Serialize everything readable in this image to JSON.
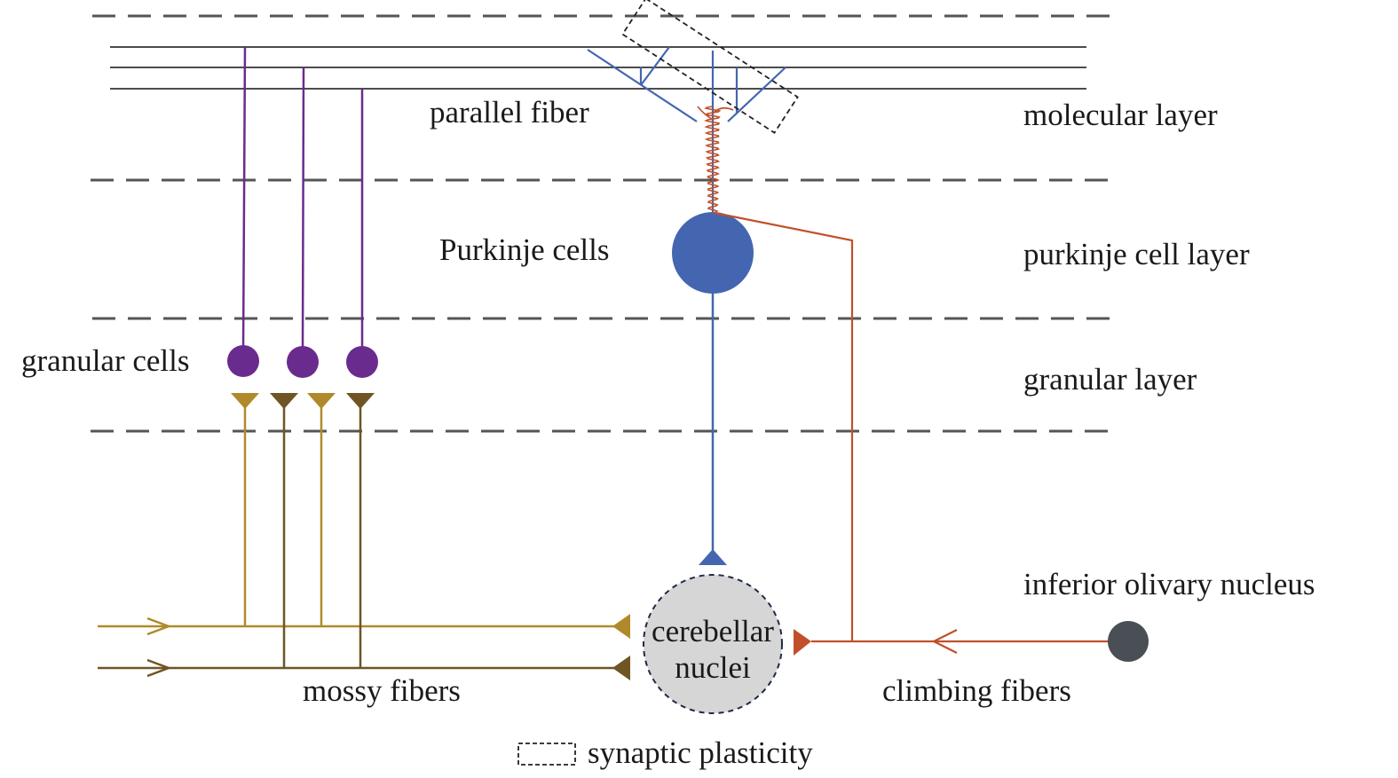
{
  "labels": {
    "parallel_fiber": "parallel fiber",
    "purkinje_cells": "Purkinje cells",
    "granular_cells": "granular cells",
    "mossy_fibers": "mossy fibers",
    "cerebellar_nuclei_line1": "cerebellar",
    "cerebellar_nuclei_line2": "nuclei",
    "climbing_fibers": "climbing fibers",
    "inferior_olivary_nucleus": "inferior olivary nucleus"
  },
  "layers": {
    "molecular": "molecular layer",
    "purkinje_cell": "purkinje cell layer",
    "granular": "granular layer"
  },
  "legend": {
    "synaptic_plasticity": "synaptic plasticity"
  },
  "colors": {
    "purkinje_blue": "#4466b0",
    "granule_purple": "#6a2b8e",
    "mossy_gold": "#b08a2a",
    "mossy_dark": "#6e5523",
    "climbing_red": "#c1502a",
    "olive_gray": "#4a4e55",
    "nuclei_fill": "#d6d6d6",
    "dash_gray": "#555555"
  }
}
